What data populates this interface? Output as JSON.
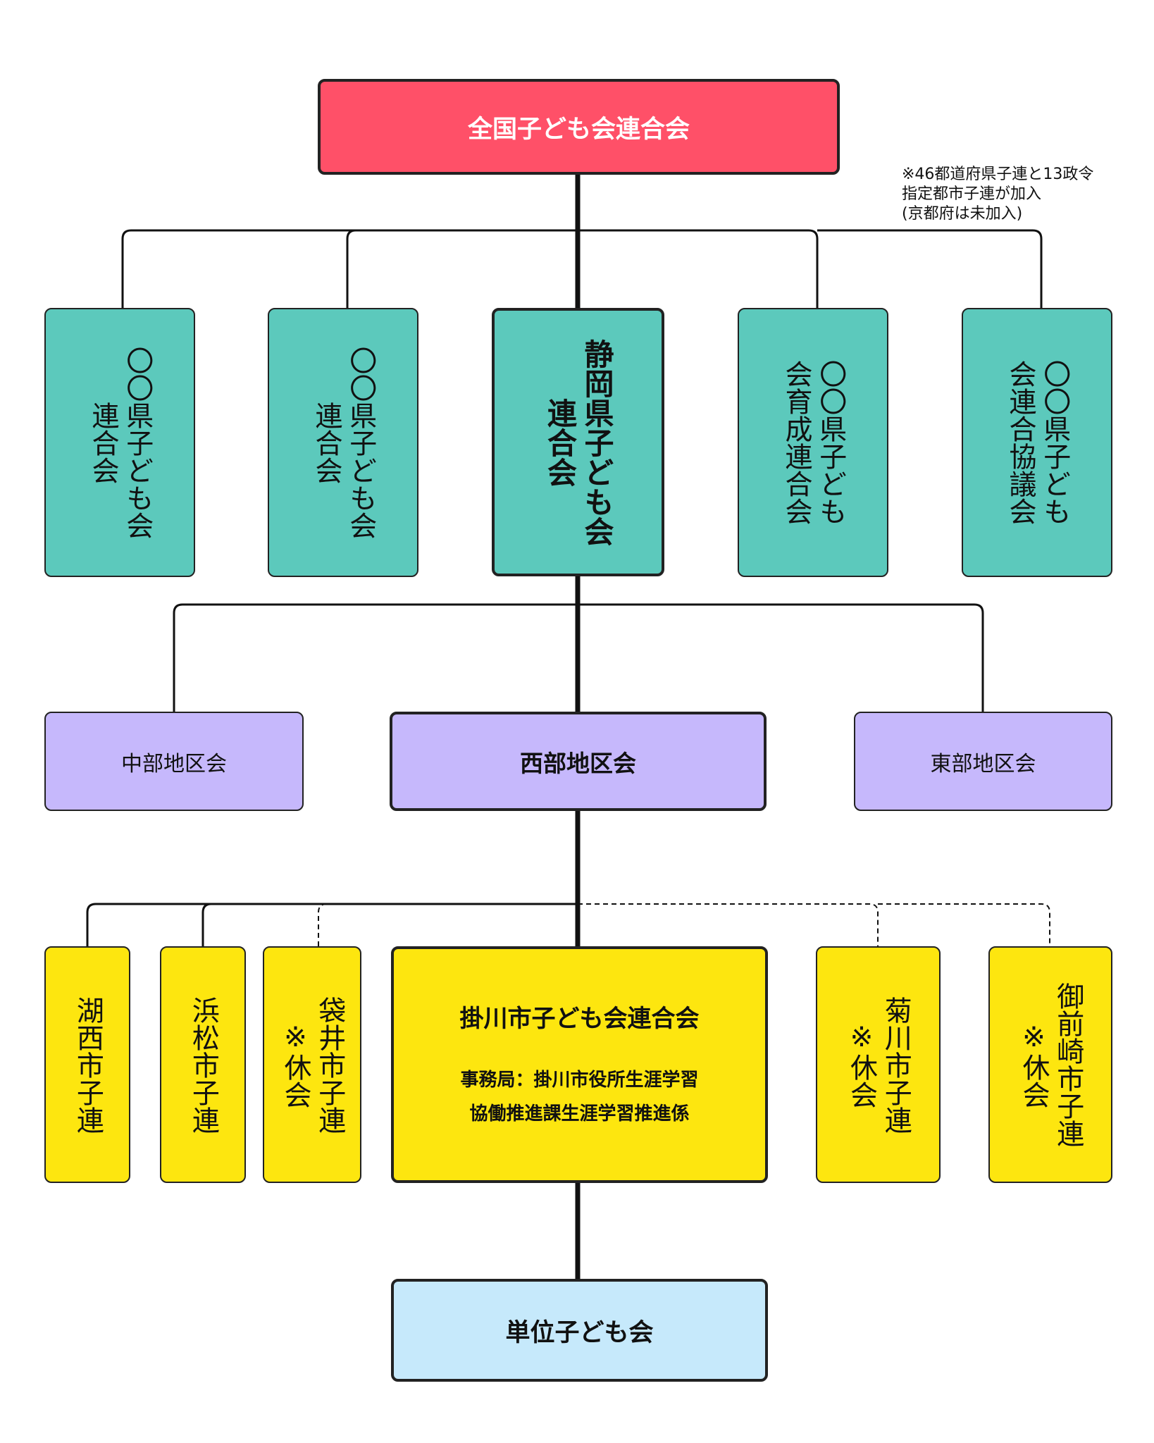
{
  "top": {
    "label": "全国子ども会連合会",
    "color": "#ff5068"
  },
  "note": {
    "line1": "※46都道府県子連と13政令",
    "line2": "指定都市子連が加入",
    "line3": "(京都府は未加入)"
  },
  "prefectures": [
    {
      "line1": "〇〇県子ども会",
      "line2": "連合会"
    },
    {
      "line1": "〇〇県子ども会",
      "line2": "連合会"
    },
    {
      "line1": "静岡県子ども会",
      "line2": "連合会"
    },
    {
      "line1": "〇〇県子ども",
      "line2": "会育成連合会"
    },
    {
      "line1": "〇〇県子ども",
      "line2": "会連合協議会"
    }
  ],
  "districts": [
    {
      "label": "中部地区会"
    },
    {
      "label": "西部地区会"
    },
    {
      "label": "東部地区会"
    }
  ],
  "cities": [
    {
      "line1": "湖西市子連"
    },
    {
      "line1": "浜松市子連"
    },
    {
      "line1": "袋井市子連",
      "line2": "※休会"
    },
    {
      "line1": "菊川市子連",
      "line2": "※休会"
    },
    {
      "line1": "御前崎市子連",
      "line2": "※休会"
    }
  ],
  "kakegawa": {
    "title": "掛川市子ども会連合会",
    "office_line1": "事務局：掛川市役所生涯学習",
    "office_line2": "協働推進課生涯学習推進係"
  },
  "unit": {
    "label": "単位子ども会"
  },
  "colors": {
    "national": "#ff5068",
    "prefecture": "#5cc9bc",
    "district": "#c6b8fc",
    "city": "#fde60f",
    "unit": "#c6e9fb"
  }
}
